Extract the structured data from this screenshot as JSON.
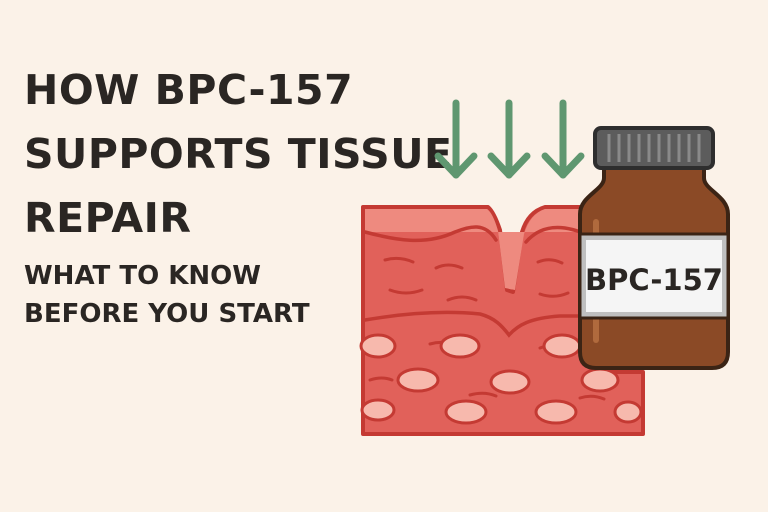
{
  "headline": {
    "lines": [
      "HOW BPC-157",
      "SUPPORTS TISSUE",
      "REPAIR"
    ]
  },
  "subheadline": {
    "lines": [
      "WHAT TO KNOW",
      "BEFORE YOU START"
    ]
  },
  "bottle": {
    "label": "BPC-157"
  },
  "colors": {
    "background": "#fbf2e8",
    "text": "#2a2623",
    "arrow": "#5f9770",
    "tissue_fill": "#e1615a",
    "tissue_outline": "#c43a33",
    "bottle_glass": "#8b4a26",
    "bottle_cap": "#5c5c5c"
  },
  "icons": [
    "down-arrow-icon",
    "tissue-cross-section",
    "medicine-bottle-icon"
  ]
}
